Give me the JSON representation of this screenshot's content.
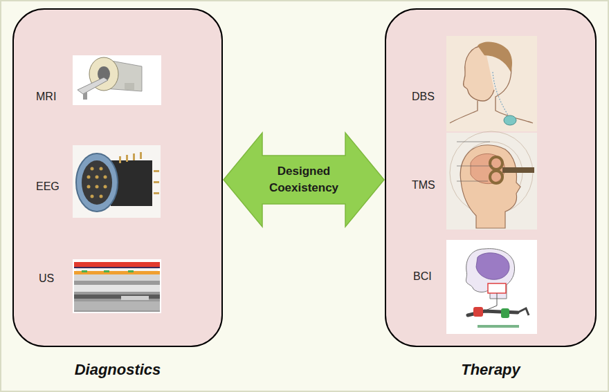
{
  "diagram": {
    "nodes": [
      {
        "text": [
          "Diagnostics"
        ]
      },
      {
        "text": [
          "Therapy"
        ]
      }
    ],
    "edges": [
      {
        "from": 0,
        "to": 1,
        "arrow": "both",
        "label": "Designed Coexistency"
      }
    ],
    "labels": [
      "MRI",
      "EEG",
      "US",
      "DBS",
      "TMS",
      "BCI"
    ]
  }
}
